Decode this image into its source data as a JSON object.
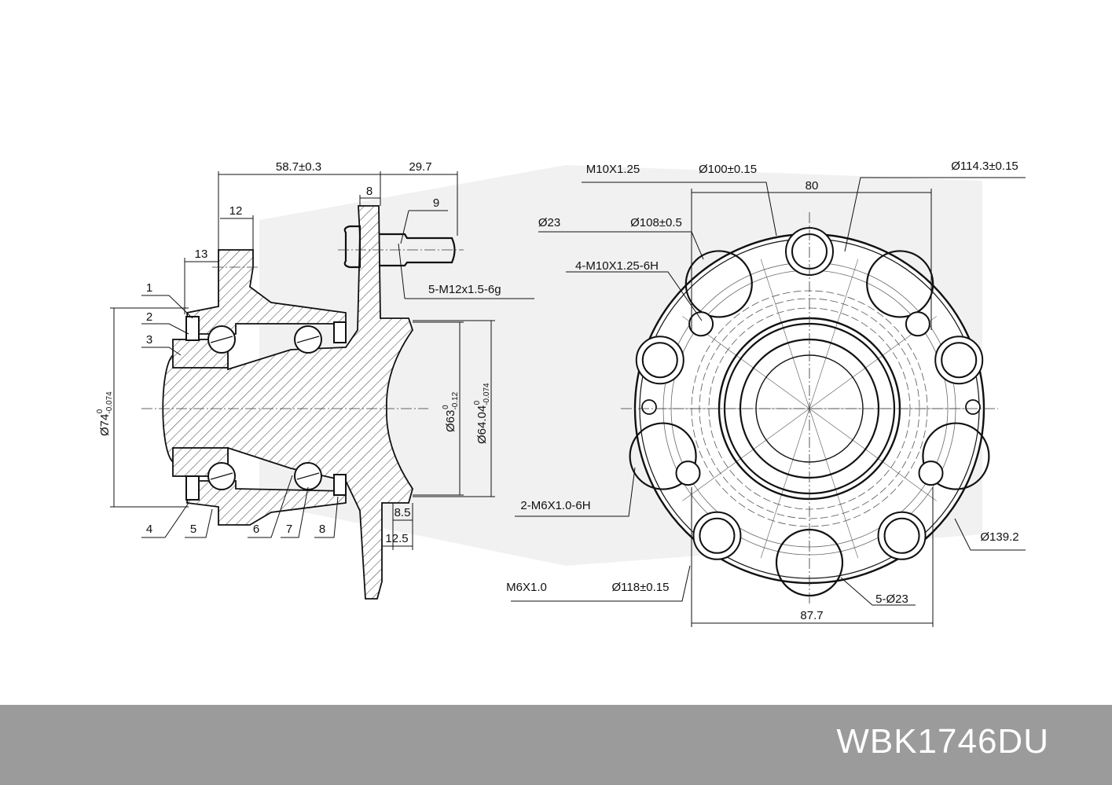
{
  "part_number": "WBK1746DU",
  "side_view": {
    "dims": {
      "overall_width": "58.7±0.3",
      "stud_protrusion": "29.7",
      "flange_thickness": "8",
      "ear_width": "12",
      "ear_offset": "13",
      "stud_thread": "5-M12x1.5-6g",
      "pilot_step": "8.5",
      "pilot_length": "12.5",
      "d74": {
        "main": "Ø74",
        "upper": "0",
        "lower": "-0.074"
      },
      "d63": {
        "main": "Ø63",
        "upper": "0",
        "lower": "-0.12"
      },
      "d6404": {
        "main": "Ø64.04",
        "upper": "0",
        "lower": "-0.074"
      }
    },
    "callouts": [
      "1",
      "2",
      "3",
      "4",
      "5",
      "6",
      "7",
      "8",
      "9"
    ]
  },
  "front_view": {
    "dims": {
      "m10": "M10X1.25",
      "d100": "Ø100±0.15",
      "d1143": "Ø114.3±0.15",
      "w80": "80",
      "d23": "Ø23",
      "d108": "Ø108±0.5",
      "m10_holes": "4-M10X1.25-6H",
      "m6_holes": "2-M6X1.0-6H",
      "d1392": "Ø139.2",
      "m6": "M6X1.0",
      "d118": "Ø118±0.15",
      "holes23": "5-Ø23",
      "w877": "87.7"
    }
  }
}
